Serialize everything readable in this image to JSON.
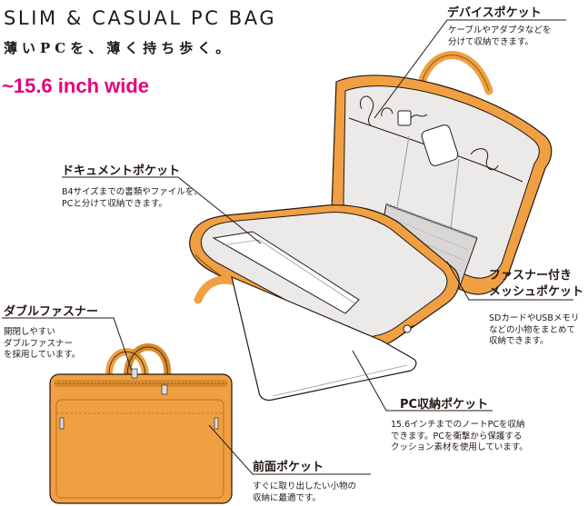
{
  "header": {
    "title": "SLIM & CASUAL PC BAG",
    "subtitle": "薄いPCを、薄く持ち歩く。",
    "size": "~15.6 inch wide"
  },
  "callouts": {
    "device": {
      "heading": "デバイスポケット",
      "lines": [
        "ケーブルやアダプタなどを",
        "分けて収納できます。"
      ]
    },
    "document": {
      "heading": "ドキュメントポケット",
      "lines": [
        "B4サイズまでの書類やファイルを、",
        "PCと分けて収納できます。"
      ]
    },
    "zipper": {
      "heading": "ダブルファスナー",
      "lines": [
        "開閉しやすい",
        "ダブルファスナー",
        "を採用しています。"
      ]
    },
    "mesh": {
      "heading": "ファスナー付き",
      "heading2": "メッシュポケット",
      "lines": [
        "SDカードやUSBメモリ",
        "などの小物をまとめて",
        "収納できます。"
      ]
    },
    "pc": {
      "heading": "PC収納ポケット",
      "lines": [
        "15.6インチまでのノートPCを収納",
        "できます。PCを衝撃から保護する",
        "クッション素材を使用しています。"
      ]
    },
    "front": {
      "heading": "前面ポケット",
      "lines": [
        "すぐに取り出したい小物の",
        "収納に最適です。"
      ]
    }
  },
  "colors": {
    "accent": "#e4007f",
    "bag": "#f0a042",
    "bag_dark": "#c8771f",
    "lining": "#eceae8",
    "ink": "#231815"
  }
}
